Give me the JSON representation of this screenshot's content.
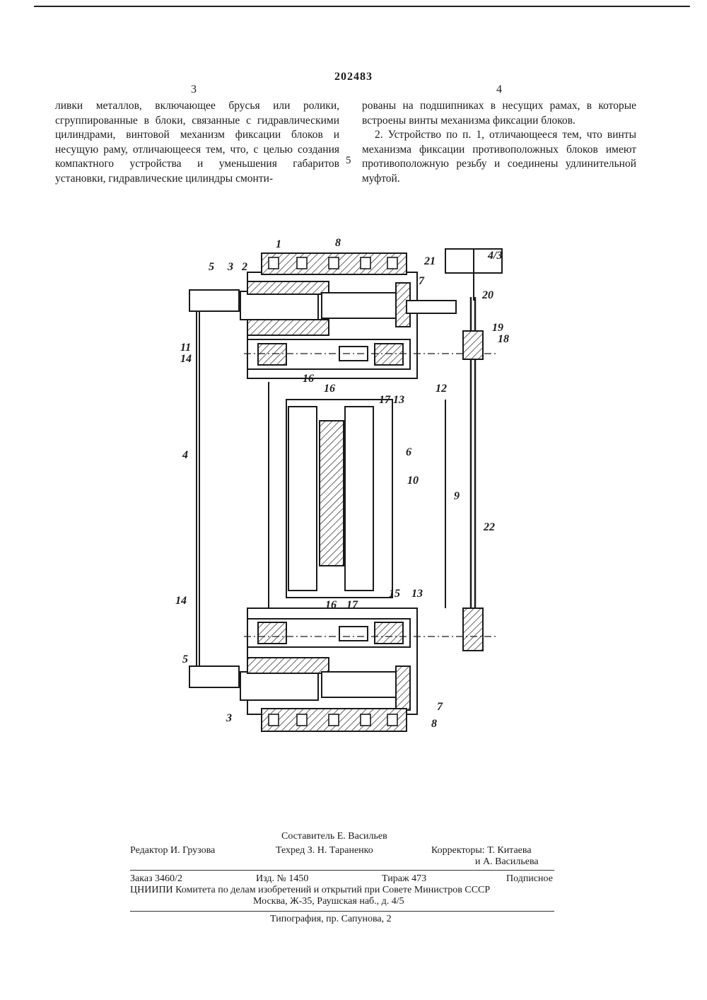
{
  "header": {
    "patent_number": "202483",
    "left_column_number": "3",
    "right_column_number": "4"
  },
  "text": {
    "left_column": "ливки металлов, включающее брусья или ролики, сгруппированные в блоки, связанные с гидравлическими цилиндрами, винтовой механизм фиксации блоков и несущую раму, отличающееся тем, что, с целью создания компактного устройства и уменьшения габаритов установки, гидравлические цилиндры смонти-",
    "right_column_p1": "рованы на подшипниках в несущих рамах, в которые встроены винты механизма фиксации блоков.",
    "right_column_p2": "2. Устройство по п. 1, отличающееся тем, что винты механизма фиксации противоположных блоков имеют противоположную резьбу и соединены удлинительной муфтой.",
    "line_marker": "5"
  },
  "drawing": {
    "labels": {
      "l1": "1",
      "l8a": "8",
      "l5a": "5",
      "l3a": "3",
      "l2": "2",
      "l21": "21",
      "l20": "20",
      "l7a": "7",
      "l11": "11",
      "l19": "19",
      "l18": "18",
      "l14a": "14",
      "l16a": "16",
      "l16b": "16",
      "l17a": "17",
      "l13a": "13",
      "l12": "12",
      "l6": "6",
      "l4": "4",
      "l10": "10",
      "l9": "9",
      "l22": "22",
      "l14b": "14",
      "l16c": "16",
      "l17b": "17",
      "l15": "15",
      "l13b": "13",
      "l5b": "5",
      "l3b": "3",
      "l7b": "7",
      "l8b": "8"
    },
    "handwritten_mark": "4/3"
  },
  "imprint": {
    "compiler": "Составитель Е. Васильев",
    "editor": "Редактор И. Грузова",
    "techred": "Техред З. Н. Тараненко",
    "correctors_1": "Корректоры: Т. Китаева",
    "correctors_2": "и А. Васильева",
    "order": "Заказ 3460/2",
    "edition": "Изд. № 1450",
    "circulation": "Тираж 473",
    "subscription": "Подписное",
    "org": "ЦНИИПИ Комитета по делам изобретений и открытий при Совете Министров СССР",
    "address": "Москва, Ж-35, Раушская наб., д. 4/5",
    "printing": "Типография, пр. Сапунова, 2"
  }
}
